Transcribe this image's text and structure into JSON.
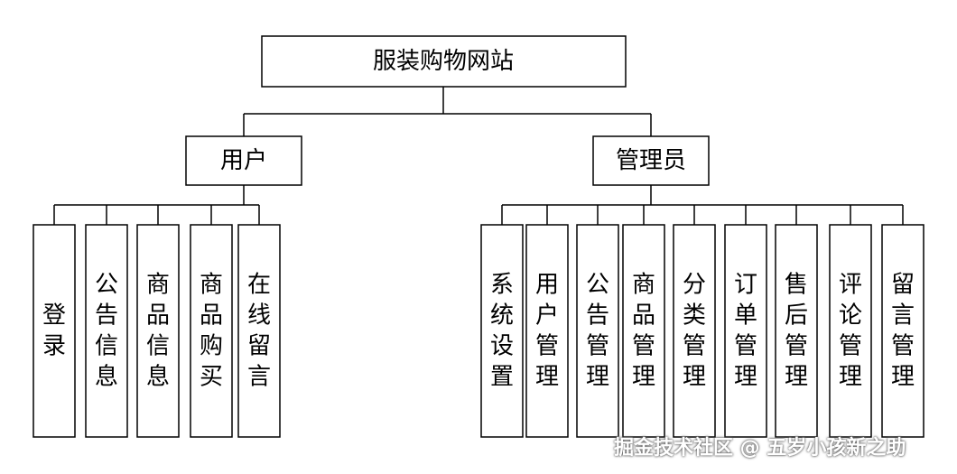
{
  "root": {
    "label": "服装购物网站"
  },
  "branches": [
    {
      "label": "用户",
      "leaves": [
        "登录",
        "公告信息",
        "商品信息",
        "商品购买",
        "在线留言"
      ]
    },
    {
      "label": "管理员",
      "leaves": [
        "系统设置",
        "用户管理",
        "公告管理",
        "商品管理",
        "分类管理",
        "订单管理",
        "售后管理",
        "评论管理",
        "留言管理"
      ]
    }
  ],
  "watermark": "掘金技术社区 @ 五岁小孩新之助"
}
